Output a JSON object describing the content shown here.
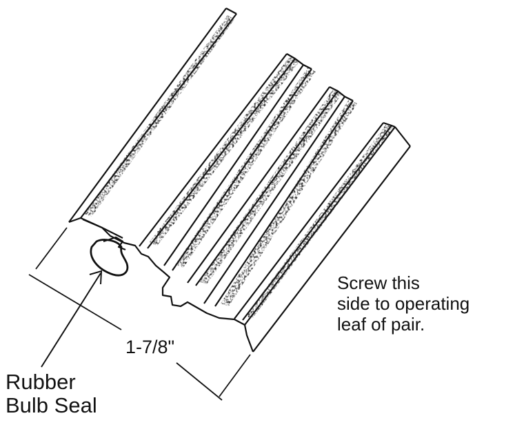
{
  "dimension": {
    "text": "1-7/8\""
  },
  "screw_note": {
    "lines": [
      "Screw this",
      "side to operating",
      "leaf of pair."
    ]
  },
  "seal_label": {
    "lines": [
      "Rubber",
      "Bulb Seal"
    ]
  },
  "colors": {
    "ink": "#111111",
    "paper": "#ffffff"
  }
}
